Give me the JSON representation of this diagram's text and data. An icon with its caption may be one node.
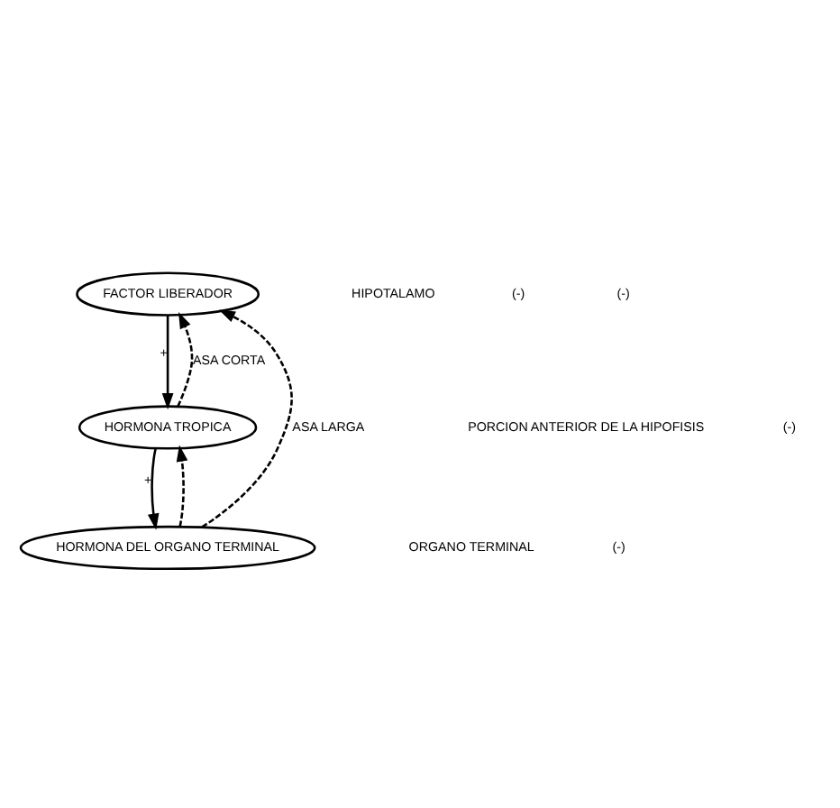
{
  "diagram": {
    "nodes": [
      {
        "text": [
          "FACTOR LIBERADOR"
        ]
      },
      {
        "text": [
          "HORMONA TROPICA"
        ]
      },
      {
        "text": [
          "HORMONA DEL ORGANO TERMINAL"
        ]
      }
    ],
    "edges": [
      {
        "from": 0,
        "to": 1,
        "arrow": "to",
        "label": "+"
      },
      {
        "from": 1,
        "to": 2,
        "arrow": "to",
        "label": "+"
      },
      {
        "from": 1,
        "to": 0,
        "arrow": "to",
        "label": "ASA CORTA",
        "style": "dashed"
      },
      {
        "from": 2,
        "to": 0,
        "arrow": "to",
        "label": "ASA LARGA",
        "style": "dashed"
      },
      {
        "from": 2,
        "to": 1,
        "arrow": "to",
        "style": "dashed"
      }
    ],
    "labels": [
      "(-)",
      "(-)",
      "HIPOTALAMO",
      "(-)",
      "PORCION ANTERIOR DE LA HIPOFISIS",
      "(-)",
      "ORGANO TERMINAL"
    ]
  }
}
